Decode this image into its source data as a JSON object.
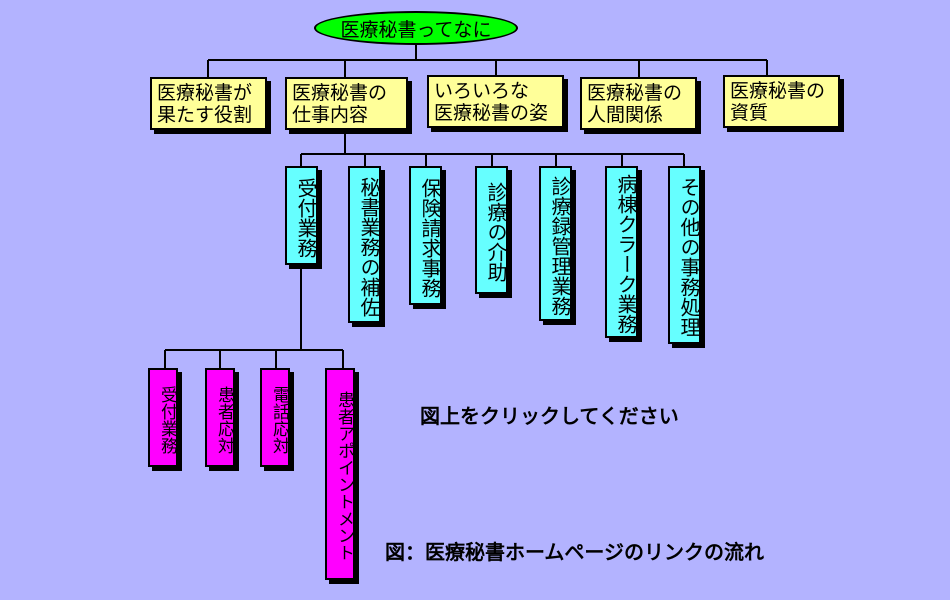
{
  "root": {
    "label": "医療秘書ってなに"
  },
  "categories": [
    {
      "label": "医療秘書が\n果たす役割"
    },
    {
      "label": "医療秘書の\n仕事内容"
    },
    {
      "label": "いろいろな\n医療秘書の姿"
    },
    {
      "label": "医療秘書の\n人間関係"
    },
    {
      "label": "医療秘書の\n資質"
    }
  ],
  "duties": [
    {
      "label": "受付業務"
    },
    {
      "label": "秘書業務の補佐"
    },
    {
      "label": "保険請求事務"
    },
    {
      "label": "診療の介助"
    },
    {
      "label": "診療録管理業務"
    },
    {
      "label": "病棟クラーク業務"
    },
    {
      "label": "その他の事務処理"
    }
  ],
  "reception": [
    {
      "label": "受付業務"
    },
    {
      "label": "患者応対"
    },
    {
      "label": "電話応対"
    },
    {
      "label": "患者アポイントメント"
    }
  ],
  "instruction": "図上をクリックしてください",
  "caption": "図：医療秘書ホームページのリンクの流れ"
}
